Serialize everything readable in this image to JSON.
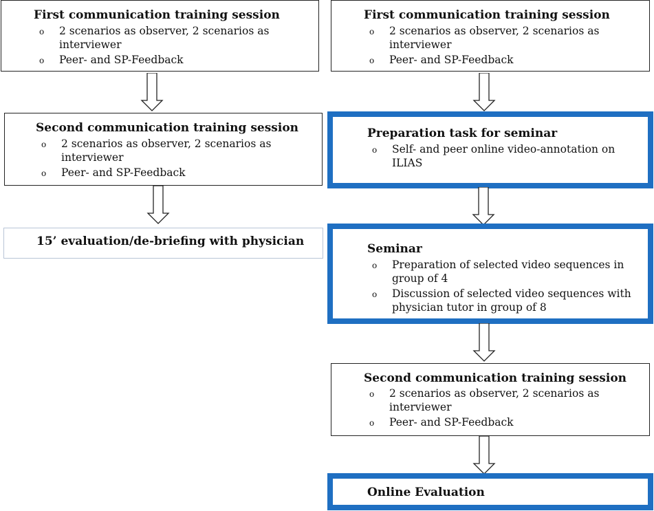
{
  "bullet_symbol": "o",
  "left_column": {
    "session1": {
      "title": "First communication training session",
      "items": [
        "2 scenarios as observer, 2 scenarios as interviewer",
        "Peer- and SP-Feedback"
      ]
    },
    "session2": {
      "title": "Second communication training session",
      "items": [
        "2 scenarios as observer, 2 scenarios as interviewer",
        "Peer- and SP-Feedback"
      ]
    },
    "evaluation": {
      "title": "15’ evaluation/de-briefing with physician"
    }
  },
  "right_column": {
    "session1": {
      "title": "First communication training session",
      "items": [
        "2 scenarios as observer, 2 scenarios as interviewer",
        "Peer- and SP-Feedback"
      ]
    },
    "preparation": {
      "title": "Preparation task for seminar",
      "items": [
        "Self- and peer online video-annotation on ILIAS"
      ]
    },
    "seminar": {
      "title": "Seminar",
      "items": [
        "Preparation of selected video sequences in group of 4",
        "Discussion of selected video sequences with physician tutor in group of 8"
      ]
    },
    "session2": {
      "title": "Second communication training session",
      "items": [
        "2 scenarios as observer, 2 scenarios as interviewer",
        "Peer- and SP-Feedback"
      ]
    },
    "online_evaluation": {
      "title": "Online Evaluation"
    }
  },
  "colors": {
    "highlight_border": "#1f6fc2",
    "box_border": "#222222",
    "arrow_stroke": "#222222"
  }
}
